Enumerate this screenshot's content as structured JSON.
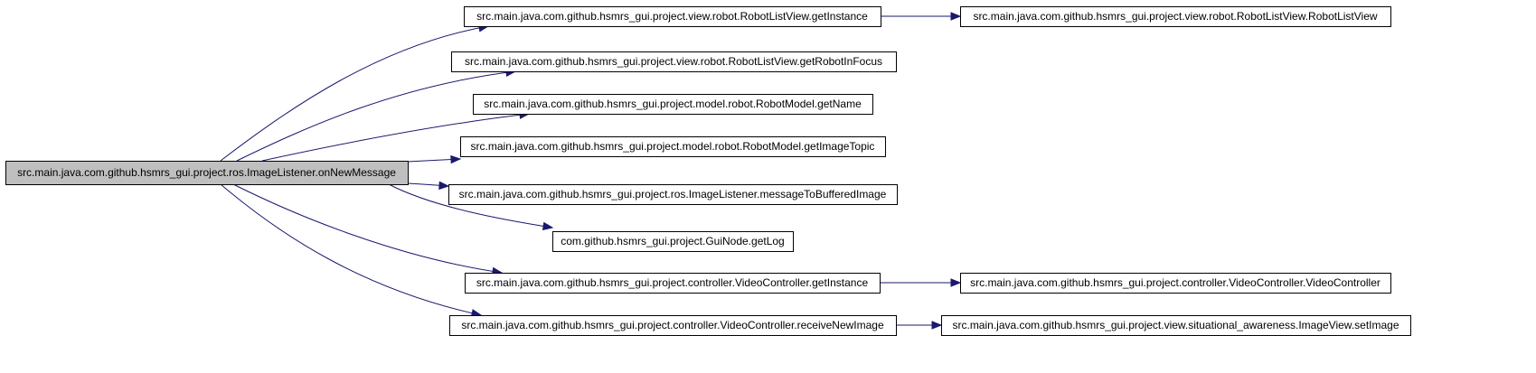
{
  "diagram": {
    "type": "call-graph",
    "edge_color": "#191970",
    "root_fill": "#bfbfbf",
    "nodes": [
      {
        "id": "root",
        "label": "src.main.java.com.github.hsmrs_gui.project.ros.ImageListener.onNewMessage"
      },
      {
        "id": "n1",
        "label": "src.main.java.com.github.hsmrs_gui.project.view.robot.RobotListView.getInstance"
      },
      {
        "id": "n1a",
        "label": "src.main.java.com.github.hsmrs_gui.project.view.robot.RobotListView.RobotListView"
      },
      {
        "id": "n2",
        "label": "src.main.java.com.github.hsmrs_gui.project.view.robot.RobotListView.getRobotInFocus"
      },
      {
        "id": "n3",
        "label": "src.main.java.com.github.hsmrs_gui.project.model.robot.RobotModel.getName"
      },
      {
        "id": "n4",
        "label": "src.main.java.com.github.hsmrs_gui.project.model.robot.RobotModel.getImageTopic"
      },
      {
        "id": "n5",
        "label": "src.main.java.com.github.hsmrs_gui.project.ros.ImageListener.messageToBufferedImage"
      },
      {
        "id": "n6",
        "label": "com.github.hsmrs_gui.project.GuiNode.getLog"
      },
      {
        "id": "n7",
        "label": "src.main.java.com.github.hsmrs_gui.project.controller.VideoController.getInstance"
      },
      {
        "id": "n7a",
        "label": "src.main.java.com.github.hsmrs_gui.project.controller.VideoController.VideoController"
      },
      {
        "id": "n8",
        "label": "src.main.java.com.github.hsmrs_gui.project.controller.VideoController.receiveNewImage"
      },
      {
        "id": "n8a",
        "label": "src.main.java.com.github.hsmrs_gui.project.view.situational_awareness.ImageView.setImage"
      }
    ],
    "edges": [
      {
        "from": "root",
        "to": "n1"
      },
      {
        "from": "root",
        "to": "n2"
      },
      {
        "from": "root",
        "to": "n3"
      },
      {
        "from": "root",
        "to": "n4"
      },
      {
        "from": "root",
        "to": "n5"
      },
      {
        "from": "root",
        "to": "n6"
      },
      {
        "from": "root",
        "to": "n7"
      },
      {
        "from": "root",
        "to": "n8"
      },
      {
        "from": "n1",
        "to": "n1a"
      },
      {
        "from": "n7",
        "to": "n7a"
      },
      {
        "from": "n8",
        "to": "n8a"
      }
    ]
  }
}
